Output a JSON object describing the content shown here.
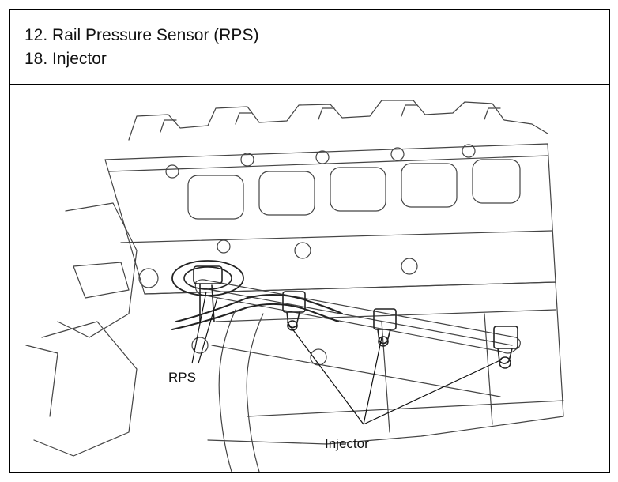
{
  "legend": {
    "item_12": "12. Rail Pressure Sensor (RPS)",
    "item_18": "18. Injector"
  },
  "callouts": {
    "rps": "RPS",
    "injector": "Injector"
  }
}
